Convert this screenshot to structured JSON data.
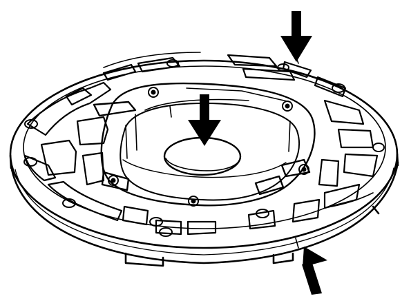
{
  "figure": {
    "subject": "transmission-pump-cover-plate",
    "line_color": "#000000",
    "background_color": "#ffffff",
    "arrows": [
      {
        "name": "arrow-top-right",
        "direction": "down"
      },
      {
        "name": "arrow-center",
        "direction": "down"
      },
      {
        "name": "arrow-bottom-right",
        "direction": "up"
      }
    ]
  }
}
